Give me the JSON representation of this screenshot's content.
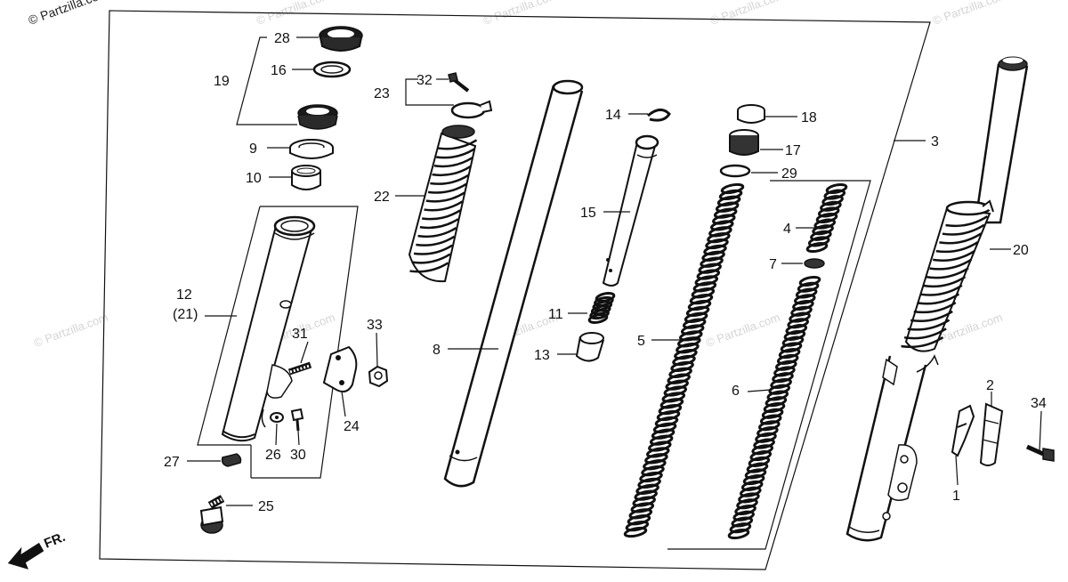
{
  "watermark": "© Partzilla.com",
  "direction_label": "FR.",
  "labels": {
    "p1": "1",
    "p2": "2",
    "p3": "3",
    "p4": "4",
    "p5": "5",
    "p6": "6",
    "p7": "7",
    "p8": "8",
    "p9": "9",
    "p10": "10",
    "p11": "11",
    "p12": "12",
    "p12b": "(21)",
    "p13": "13",
    "p14": "14",
    "p15": "15",
    "p16": "16",
    "p17": "17",
    "p18": "18",
    "p19": "19",
    "p20": "20",
    "p22": "22",
    "p23": "23",
    "p24": "24",
    "p25": "25",
    "p26": "26",
    "p27": "27",
    "p28": "28",
    "p29": "29",
    "p30": "30",
    "p31": "31",
    "p32": "32",
    "p33": "33",
    "p34": "34"
  }
}
